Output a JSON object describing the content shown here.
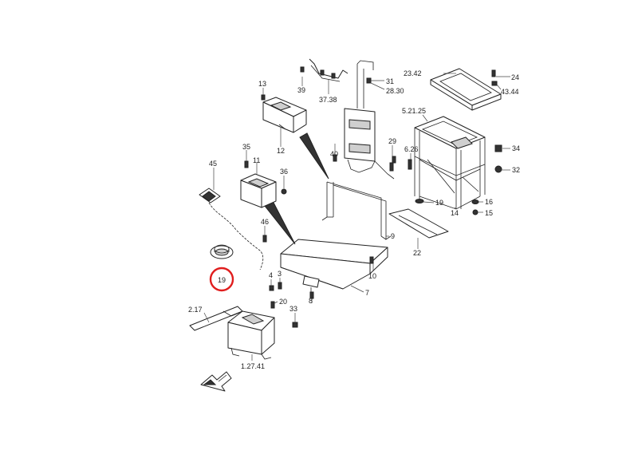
{
  "diagram": {
    "highlight_color": "#e01e1e",
    "line_color": "#222222",
    "highlighted_label": "19",
    "callouts": [
      {
        "id": "13",
        "text": "13"
      },
      {
        "id": "39",
        "text": "39"
      },
      {
        "id": "37_38",
        "text": "37.38"
      },
      {
        "id": "31",
        "text": "31"
      },
      {
        "id": "28_30",
        "text": "28.30"
      },
      {
        "id": "23_42",
        "text": "23.42"
      },
      {
        "id": "24",
        "text": "24"
      },
      {
        "id": "43_44",
        "text": "43.44"
      },
      {
        "id": "5_21_25",
        "text": "5.21.25"
      },
      {
        "id": "12",
        "text": "12"
      },
      {
        "id": "40",
        "text": "40"
      },
      {
        "id": "29",
        "text": "29"
      },
      {
        "id": "6_26",
        "text": "6.26"
      },
      {
        "id": "34",
        "text": "34"
      },
      {
        "id": "32",
        "text": "32"
      },
      {
        "id": "35",
        "text": "35"
      },
      {
        "id": "11",
        "text": "11"
      },
      {
        "id": "36",
        "text": "36"
      },
      {
        "id": "45",
        "text": "45"
      },
      {
        "id": "19a",
        "text": "19"
      },
      {
        "id": "16",
        "text": "16"
      },
      {
        "id": "15",
        "text": "15"
      },
      {
        "id": "14",
        "text": "14"
      },
      {
        "id": "46",
        "text": "46"
      },
      {
        "id": "9",
        "text": "9"
      },
      {
        "id": "22",
        "text": "22"
      },
      {
        "id": "19b",
        "text": "19"
      },
      {
        "id": "10",
        "text": "10"
      },
      {
        "id": "4",
        "text": "4"
      },
      {
        "id": "3",
        "text": "3"
      },
      {
        "id": "7",
        "text": "7"
      },
      {
        "id": "8",
        "text": "8"
      },
      {
        "id": "20",
        "text": "20"
      },
      {
        "id": "2_17",
        "text": "2.17"
      },
      {
        "id": "33",
        "text": "33"
      },
      {
        "id": "1_27_41",
        "text": "1.27.41"
      }
    ]
  }
}
